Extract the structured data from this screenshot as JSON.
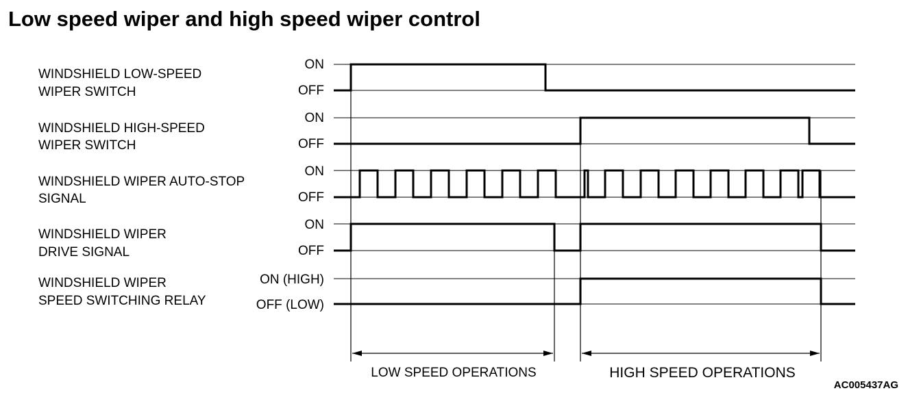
{
  "title": "Low speed wiper and high speed wiper control",
  "code": "AC005437AG",
  "signals": [
    {
      "label1": "WINDSHIELD LOW-SPEED",
      "label2": "WIPER SWITCH",
      "on": "ON",
      "off": "OFF"
    },
    {
      "label1": "WINDSHIELD HIGH-SPEED",
      "label2": "WIPER SWITCH",
      "on": "ON",
      "off": "OFF"
    },
    {
      "label1": "WINDSHIELD WIPER AUTO-STOP",
      "label2": "SIGNAL",
      "on": "ON",
      "off": "OFF"
    },
    {
      "label1": "WINDSHIELD WIPER",
      "label2": "DRIVE SIGNAL",
      "on": "ON",
      "off": "OFF"
    },
    {
      "label1": "WINDSHIELD WIPER",
      "label2": "SPEED SWITCHING RELAY",
      "on": "ON (HIGH)",
      "off": "OFF (LOW)"
    }
  ],
  "phases": {
    "low": "LOW SPEED OPERATIONS",
    "high": "HIGH SPEED OPERATIONS"
  }
}
